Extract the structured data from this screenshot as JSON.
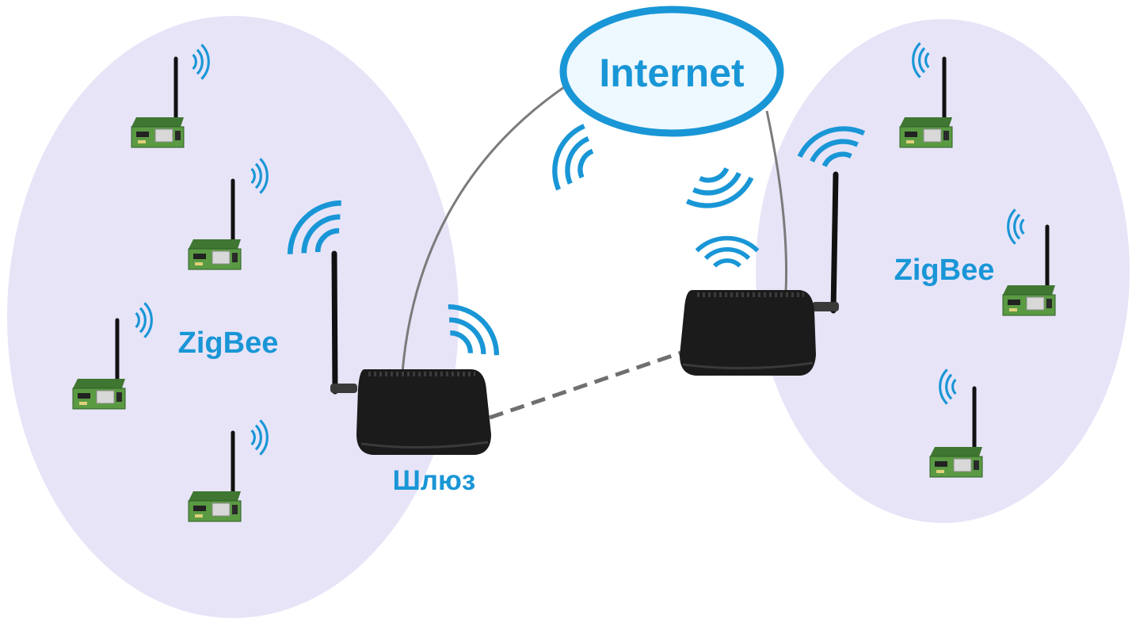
{
  "colors": {
    "zone_fill": "#e7e4f8",
    "accent_blue": "#1996d6",
    "cloud_fill": "#eef8ff",
    "gateway_body": "#1b1b1b",
    "module_board": "#4f8a3c",
    "cable": "#7b7b7b"
  },
  "cloud": {
    "label": "Internet"
  },
  "zones": [
    {
      "label": "ZigBee"
    },
    {
      "label": "ZigBee"
    }
  ],
  "gateway": {
    "label": "Шлюз"
  },
  "icons": {
    "module": "zigbee-module-icon",
    "gateway": "router-gateway-icon",
    "signal": "wifi-signal-icon",
    "cloud": "internet-cloud-icon"
  }
}
